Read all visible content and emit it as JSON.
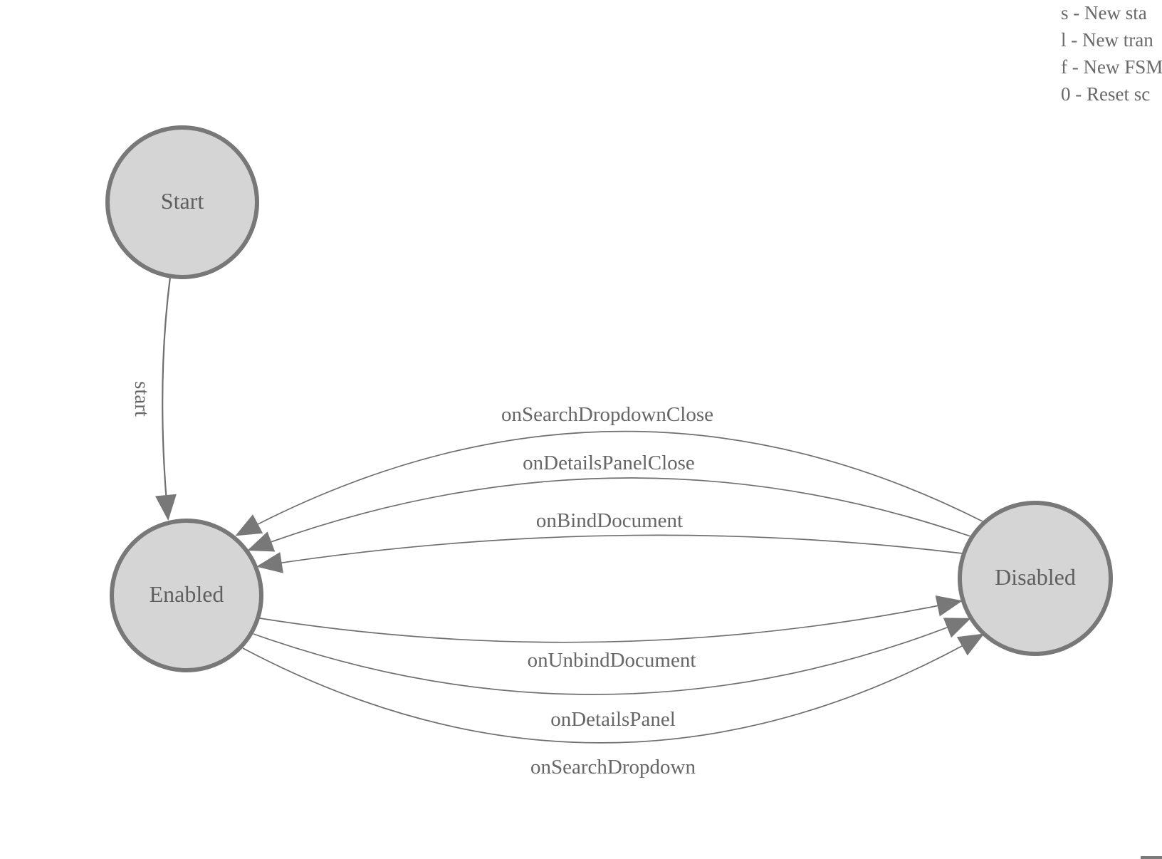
{
  "diagram": {
    "states": [
      {
        "id": "start",
        "label": "Start"
      },
      {
        "id": "enabled",
        "label": "Enabled"
      },
      {
        "id": "disabled",
        "label": "Disabled"
      }
    ],
    "transitions": [
      {
        "label": "start",
        "from": "Start",
        "to": "Enabled"
      },
      {
        "label": "onSearchDropdownClose",
        "from": "Disabled",
        "to": "Enabled"
      },
      {
        "label": "onDetailsPanelClose",
        "from": "Disabled",
        "to": "Enabled"
      },
      {
        "label": "onBindDocument",
        "from": "Disabled",
        "to": "Enabled"
      },
      {
        "label": "onUnbindDocument",
        "from": "Enabled",
        "to": "Disabled"
      },
      {
        "label": "onDetailsPanel",
        "from": "Enabled",
        "to": "Disabled"
      },
      {
        "label": "onSearchDropdown",
        "from": "Enabled",
        "to": "Disabled"
      }
    ]
  },
  "legend": {
    "items": [
      "s - New sta",
      "l - New tran",
      "f - New FSM",
      "0 - Reset sc"
    ]
  },
  "colors": {
    "node_fill": "#d5d5d5",
    "node_border": "#787878",
    "edge_line": "#6f6f6f",
    "node_text": "#5f5f5f",
    "label_text": "#666666",
    "background": "#ffffff"
  }
}
